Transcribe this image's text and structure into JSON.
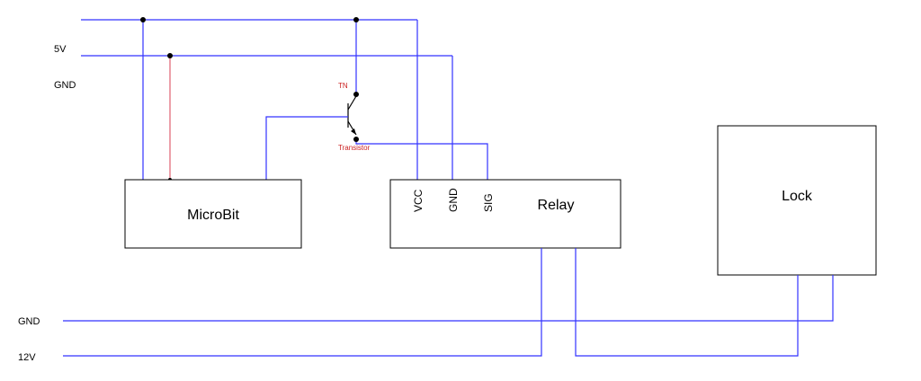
{
  "rails_top": {
    "v5_label": "5V",
    "gnd_label": "GND"
  },
  "rails_bottom": {
    "gnd_label": "GND",
    "v12_label": "12V"
  },
  "components": {
    "microbit": {
      "label": "MicroBit"
    },
    "relay": {
      "label": "Relay",
      "pins": [
        "VCC",
        "GND",
        "SIG"
      ]
    },
    "lock": {
      "label": "Lock"
    },
    "transistor": {
      "type_label": "TN",
      "label": "Transistor"
    }
  },
  "colors": {
    "wire": "#3333ff",
    "wire_alt": "#e06070",
    "outline": "#000000",
    "annotation": "#cc2222"
  }
}
